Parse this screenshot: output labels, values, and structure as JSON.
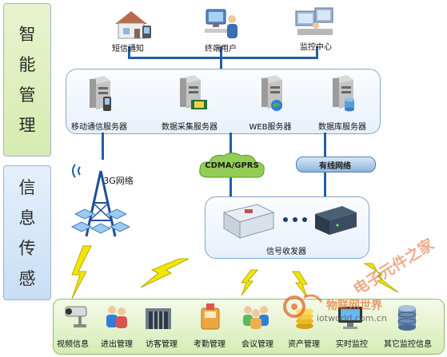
{
  "bands": {
    "top": [
      "智",
      "能",
      "管",
      "理"
    ],
    "bottom": [
      "信",
      "息",
      "传",
      "感"
    ]
  },
  "top_icons": {
    "sms": "短信通知",
    "terminal": "终端用户",
    "monitor": "监控中心"
  },
  "servers": {
    "mobile": "移动通信服务器",
    "collect": "数据采集服务器",
    "web": "WEB服务器",
    "db": "数据库服务器"
  },
  "network": {
    "tower": "3G网络",
    "cdma": "CDMA/GPRS",
    "wired": "有线网络",
    "transceiver": "信号收发器"
  },
  "bottom_items": [
    "视频信息",
    "进出管理",
    "访客管理",
    "考勤管理",
    "会议管理",
    "资产管理",
    "实时监控",
    "其它监控信息"
  ],
  "watermarks": {
    "brand": "物联网世界",
    "url": "iotworld.com.cn",
    "seal": "电子元件之家"
  },
  "colors": {
    "line": "#1f5ea8",
    "band_top": "#d6ebb0",
    "band_bottom": "#c9def4",
    "lightning": "#f2e600"
  }
}
